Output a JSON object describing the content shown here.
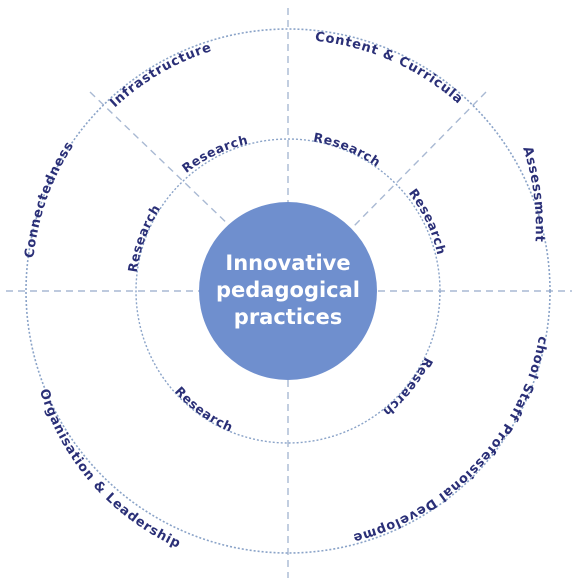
{
  "center": {
    "lines": [
      "Innovative",
      "pedagogical",
      "practices"
    ]
  },
  "outer_labels": {
    "infrastructure": "Infrastructure",
    "content_curricula": "Content & Curricula",
    "assessment": "Assessment",
    "staff_development": "School Staff Professional Development",
    "organisation_leadership": "Organisation & Leadership",
    "connectedness": "Connectedness"
  },
  "inner_labels": {
    "research_1": "Research",
    "research_2": "Research",
    "research_3": "Research",
    "research_4": "Research",
    "research_5": "Research",
    "research_6": "Research"
  },
  "colors": {
    "center_fill": "#6f8fce",
    "label_text": "#2a2f77",
    "ring_stroke": "#8aa3c8",
    "divider_stroke": "#a9b9d3"
  }
}
